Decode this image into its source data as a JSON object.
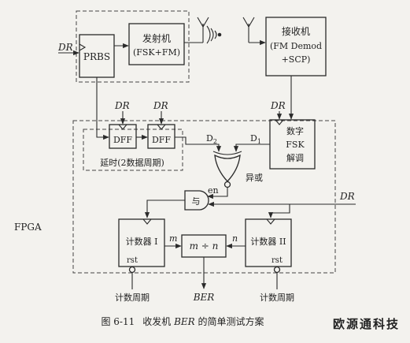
{
  "signals": {
    "dr": "DR",
    "d1": "D",
    "d1_sub": "1",
    "d2": "D",
    "d2_sub": "2",
    "en": "en",
    "m": "m",
    "n": "n",
    "ber": "BER"
  },
  "blocks": {
    "prbs": "PRBS",
    "tx_line1": "发射机",
    "tx_line2": "(FSK+FM)",
    "rx_line1": "接收机",
    "rx_line2": "(FM Demod",
    "rx_line3": "+SCP)",
    "dff": "DFF",
    "delay": "延时(2数据周期)",
    "fsk_line1": "数字",
    "fsk_line2": "FSK",
    "fsk_line3": "解调",
    "xnor": "异或",
    "and": "与",
    "counter1": "计数器 I",
    "counter2": "计数器 II",
    "divider": "m ÷ n",
    "rst": "rst",
    "fpga": "FPGA"
  },
  "labels": {
    "count_period": "计数周期"
  },
  "caption": {
    "number": "图 6-11",
    "text_before": "收发机 ",
    "text_italic": "BER",
    "text_after": " 的简单测试方案"
  },
  "watermark": "欧源通科技"
}
